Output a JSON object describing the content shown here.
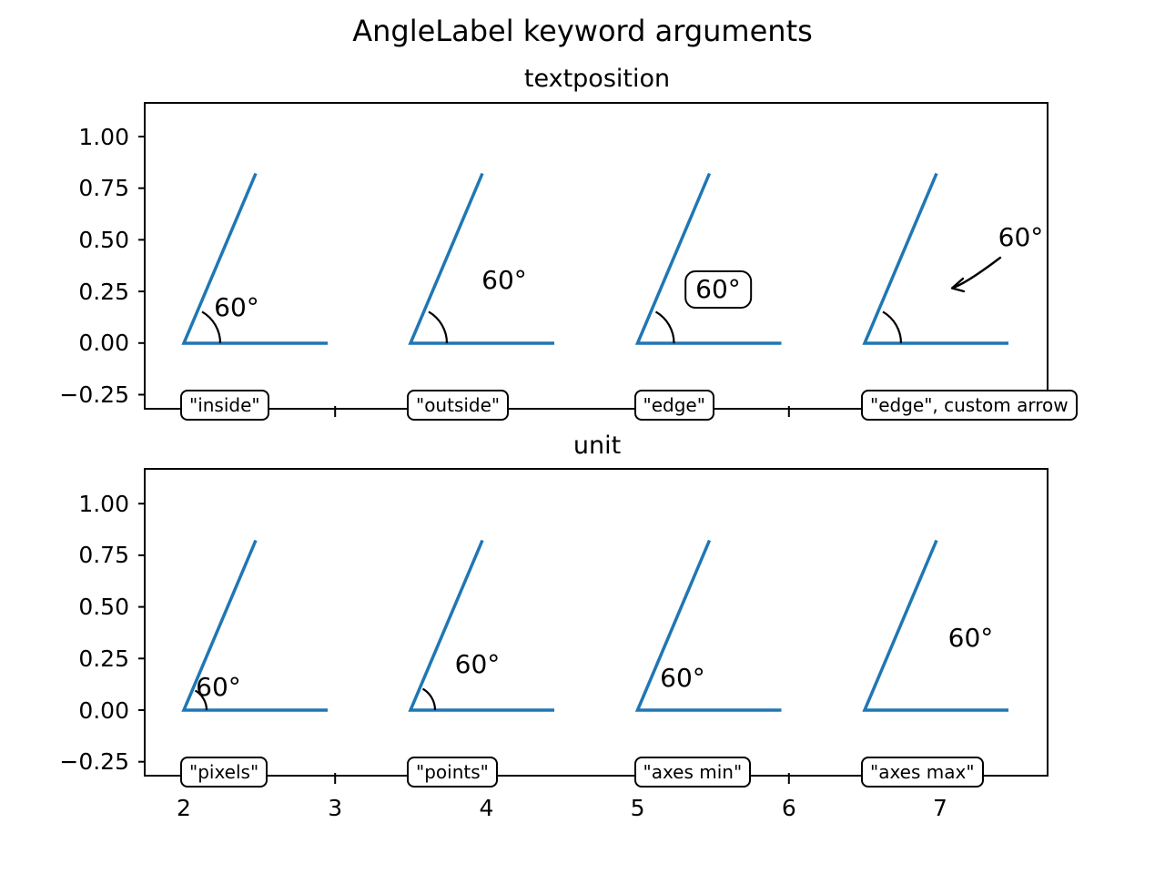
{
  "colors": {
    "line": "#1f77b4",
    "foreground": "#000000",
    "background": "#ffffff"
  },
  "suptitle": "AngleLabel keyword arguments",
  "subplots": [
    {
      "title": "textposition",
      "ytick_labels": [
        "1.00",
        "0.75",
        "0.50",
        "0.25",
        "0.00",
        "−0.25"
      ],
      "examples": [
        {
          "angle_label": "60°",
          "caption": "\"inside\""
        },
        {
          "angle_label": "60°",
          "caption": "\"outside\""
        },
        {
          "angle_label": "60°",
          "caption": "\"edge\""
        },
        {
          "angle_label": "60°",
          "caption": "\"edge\", custom arrow"
        }
      ]
    },
    {
      "title": "unit",
      "ytick_labels": [
        "1.00",
        "0.75",
        "0.50",
        "0.25",
        "0.00",
        "−0.25"
      ],
      "xtick_labels": [
        "2",
        "3",
        "4",
        "5",
        "6",
        "7"
      ],
      "examples": [
        {
          "angle_label": "60°",
          "caption": "\"pixels\""
        },
        {
          "angle_label": "60°",
          "caption": "\"points\""
        },
        {
          "angle_label": "60°",
          "caption": "\"axes min\""
        },
        {
          "angle_label": "60°",
          "caption": "\"axes max\""
        }
      ]
    }
  ],
  "chart_data": {
    "type": "line",
    "title": "AngleLabel keyword arguments",
    "line_color": "#1f77b4",
    "shared_x": true,
    "grid": false,
    "legend": "none",
    "subplots": [
      {
        "title": "textposition",
        "xlim": [
          1.75,
          7.72
        ],
        "ylim": [
          -0.32,
          1.16
        ],
        "xticks": [
          2,
          3,
          4,
          5,
          6,
          7
        ],
        "yticks": [
          1.0,
          0.75,
          0.5,
          0.25,
          0.0,
          -0.25
        ],
        "angle_deg": 60,
        "angle_label": "60°",
        "ray_length": 0.95,
        "series": [
          {
            "name": "\"inside\"",
            "points": [
              [
                2.95,
                0.0
              ],
              [
                2.0,
                0.0
              ],
              [
                2.475,
                0.8227
              ]
            ]
          },
          {
            "name": "\"outside\"",
            "points": [
              [
                4.45,
                0.0
              ],
              [
                3.5,
                0.0
              ],
              [
                3.975,
                0.8227
              ]
            ]
          },
          {
            "name": "\"edge\"",
            "points": [
              [
                5.95,
                0.0
              ],
              [
                5.0,
                0.0
              ],
              [
                5.475,
                0.8227
              ]
            ]
          },
          {
            "name": "\"edge\", custom arrow",
            "points": [
              [
                7.45,
                0.0
              ],
              [
                6.5,
                0.0
              ],
              [
                6.975,
                0.8227
              ]
            ]
          }
        ],
        "annotations": [
          "\"inside\"",
          "\"outside\"",
          "\"edge\"",
          "\"edge\", custom arrow"
        ]
      },
      {
        "title": "unit",
        "xlim": [
          1.75,
          7.72
        ],
        "ylim": [
          -0.32,
          1.16
        ],
        "xticks": [
          2,
          3,
          4,
          5,
          6,
          7
        ],
        "yticks": [
          1.0,
          0.75,
          0.5,
          0.25,
          0.0,
          -0.25
        ],
        "angle_deg": 60,
        "angle_label": "60°",
        "ray_length": 0.95,
        "series": [
          {
            "name": "\"pixels\"",
            "points": [
              [
                2.95,
                0.0
              ],
              [
                2.0,
                0.0
              ],
              [
                2.475,
                0.8227
              ]
            ]
          },
          {
            "name": "\"points\"",
            "points": [
              [
                4.45,
                0.0
              ],
              [
                3.5,
                0.0
              ],
              [
                3.975,
                0.8227
              ]
            ]
          },
          {
            "name": "\"axes min\"",
            "points": [
              [
                5.95,
                0.0
              ],
              [
                5.0,
                0.0
              ],
              [
                5.475,
                0.8227
              ]
            ]
          },
          {
            "name": "\"axes max\"",
            "points": [
              [
                7.45,
                0.0
              ],
              [
                6.5,
                0.0
              ],
              [
                6.975,
                0.8227
              ]
            ]
          }
        ],
        "annotations": [
          "\"pixels\"",
          "\"points\"",
          "\"axes min\"",
          "\"axes max\""
        ]
      }
    ]
  }
}
